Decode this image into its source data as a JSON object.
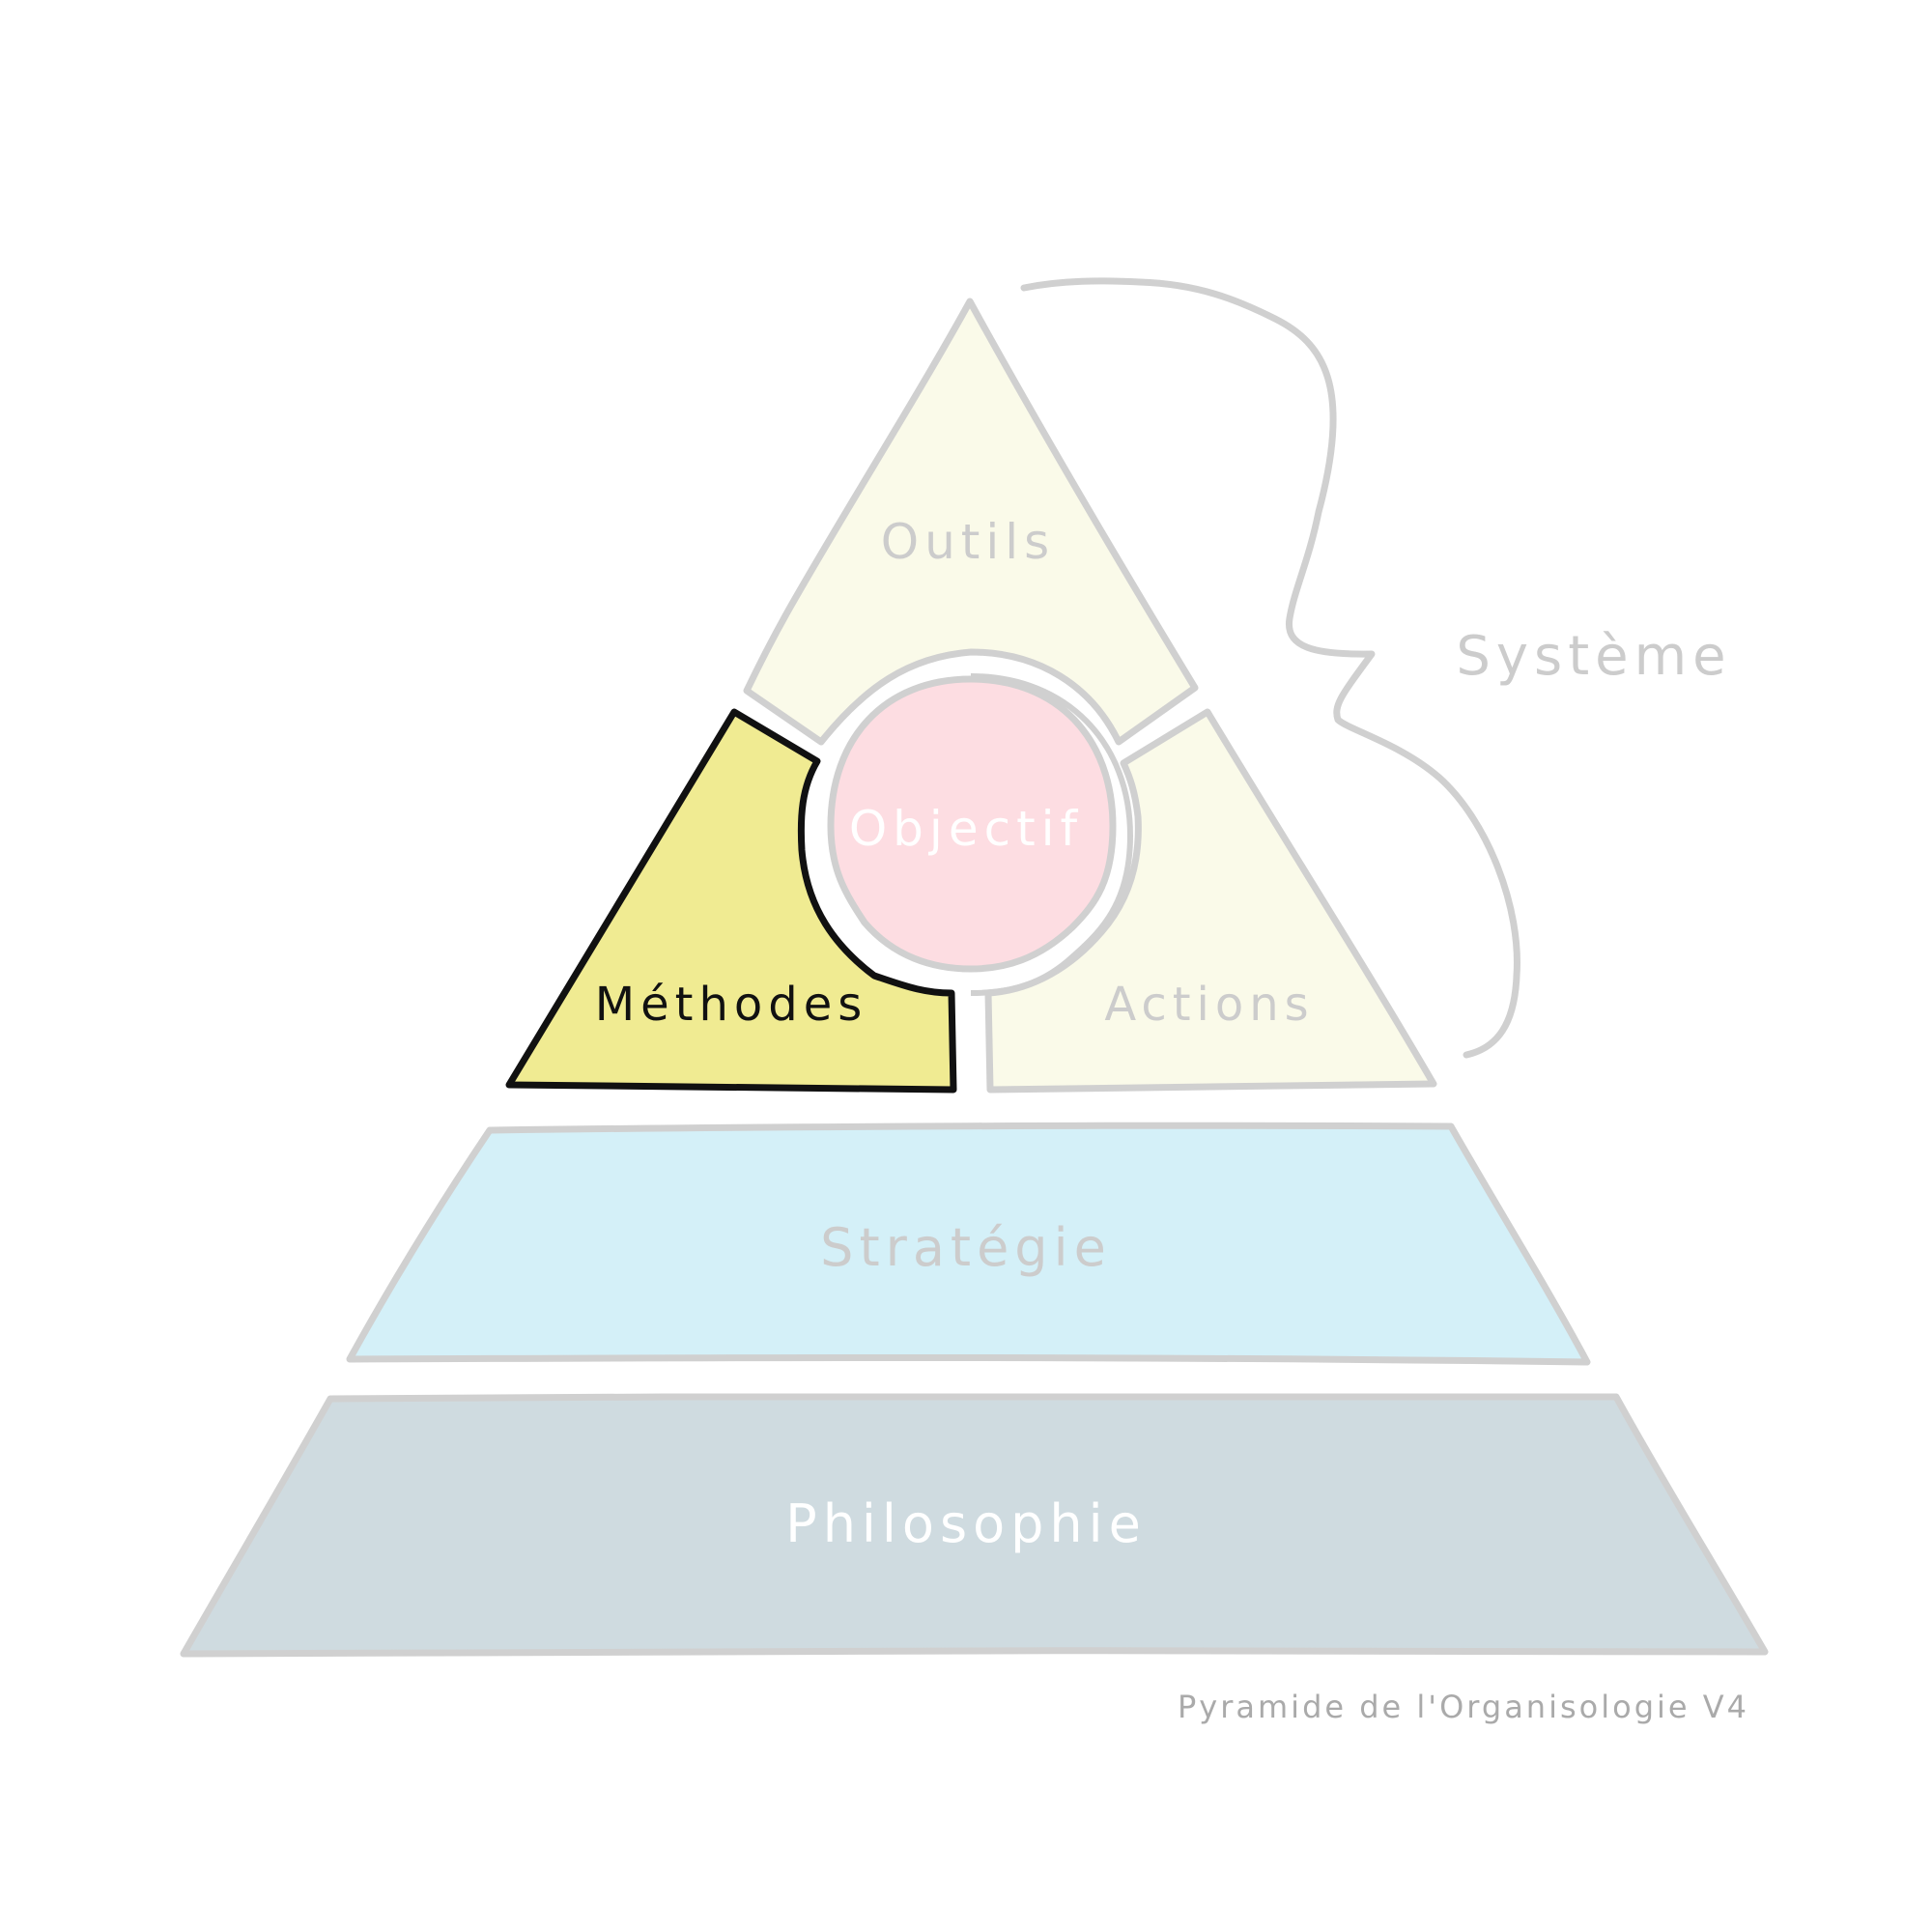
{
  "diagram": {
    "caption": "Pyramide de l'Organisologie V4",
    "brace_label": "Système",
    "top_triangle": {
      "outils": "Outils",
      "methodes": "Méthodes",
      "actions": "Actions",
      "objectif": "Objectif"
    },
    "layers": {
      "strategie": "Stratégie",
      "philosophie": "Philosophie"
    },
    "colors": {
      "outline": "#d0d0d0",
      "highlight_outline": "#111111",
      "outils_fill": "#fafae9",
      "actions_fill": "#fafae9",
      "methodes_fill": "#f0eb92",
      "objectif_fill": "#fddde2",
      "strategie_fill": "#d4f0f8",
      "philosophie_fill": "#cfdbe0",
      "muted_text": "#cccccc",
      "caption_text": "#aaaaaa"
    },
    "highlighted_section": "Méthodes"
  }
}
